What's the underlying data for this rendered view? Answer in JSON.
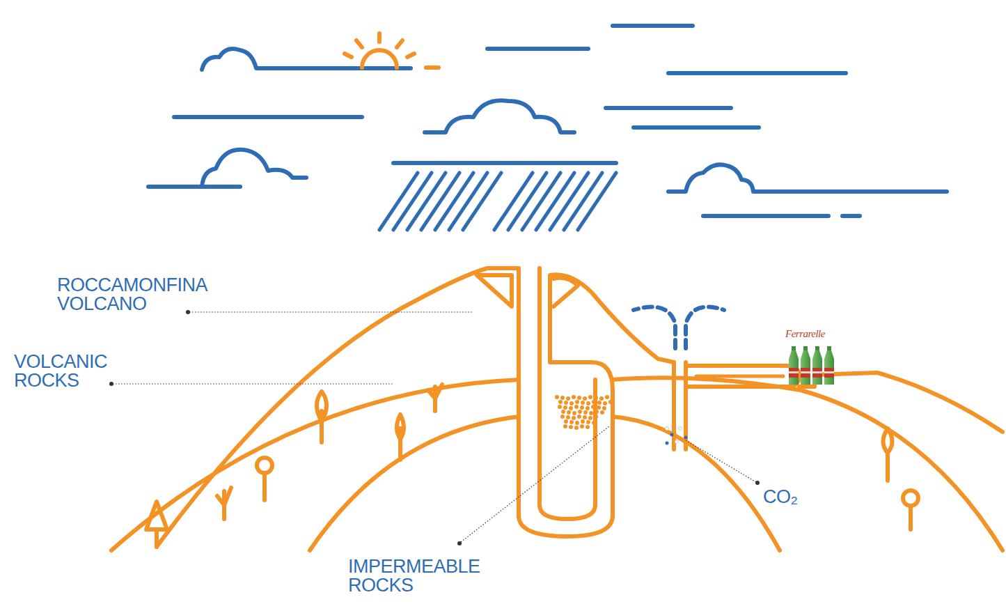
{
  "diagram": {
    "labels": [
      "ROCCAMONFINA VOLCANO",
      "VOLCANIC ROCKS",
      "IMPERMEABLE ROCKS",
      "CO₂",
      "Ferrarelle"
    ]
  }
}
